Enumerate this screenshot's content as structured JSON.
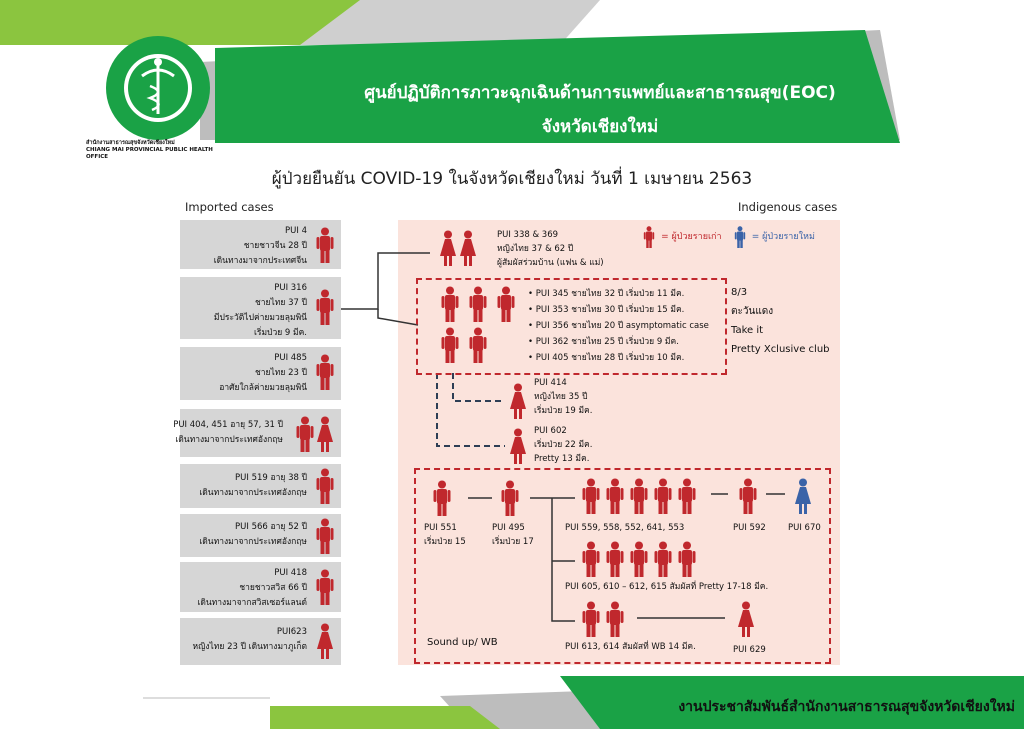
{
  "header": {
    "title_line1": "ศูนย์ปฏิบัติการภาวะฉุกเฉินด้านการแพทย์และสาธารณสุข(EOC)",
    "title_line2": "จังหวัดเชียงใหม่",
    "logo_text_line1": "สำนักงานสาธารณสุขจังหวัดเชียงใหม่",
    "logo_text_line2": "CHIANG MAI PROVINCIAL PUBLIC HEALTH OFFICE"
  },
  "page_title": "ผู้ป่วยยืนยัน COVID-19 ในจังหวัดเชียงใหม่ วันที่ 1 เมษายน 2563",
  "imported": {
    "heading": "Imported cases",
    "cases": [
      {
        "lines": [
          "PUI 4",
          "ชายชาวจีน 28 ปี",
          "เดินทางมาจากประเทศจีน"
        ],
        "people": 1
      },
      {
        "lines": [
          "PUI 316",
          "ชายไทย 37 ปี",
          "มีประวัติไปค่ายมวยลุมพินี",
          "เริ่มป่วย 9 มีค."
        ],
        "people": 1
      },
      {
        "lines": [
          "PUI 485",
          "ชายไทย 23 ปี",
          "อาศัยใกล้ค่ายมวยลุมพินี"
        ],
        "people": 1
      },
      {
        "lines": [
          "PUI 404, 451 อายุ 57, 31 ปี",
          "เดินทางมาจากประเทศอังกฤษ"
        ],
        "people": 2
      },
      {
        "lines": [
          "PUI 519 อายุ 38 ปี",
          "เดินทางมาจากประเทศอังกฤษ"
        ],
        "people": 1
      },
      {
        "lines": [
          "PUI 566 อายุ 52 ปี",
          "เดินทางมาจากประเทศอังกฤษ"
        ],
        "people": 1
      },
      {
        "lines": [
          "PUI 418",
          "ชายชาวสวิส 66 ปี",
          "เดินทางมาจากสวิสเซอร์แลนด์"
        ],
        "people": 1
      },
      {
        "lines": [
          "PUI623",
          "หญิงไทย 23 ปี เดินทางมาภูเก็ต"
        ],
        "people": 1
      }
    ]
  },
  "indigenous": {
    "heading": "Indigenous cases",
    "legend_old": "= ผู้ป่วยรายเก่า",
    "legend_new": "= ผู้ป่วยรายใหม่",
    "family": [
      "PUI 338 & 369",
      "หญิงไทย 37 & 62 ปี",
      "ผู้สัมผัสร่วมบ้าน (แฟน & แม่)"
    ],
    "boxing_cluster": [
      "PUI 345 ชายไทย 32 ปี เริ่มป่วย 11 มีค.",
      "PUI 353 ชายไทย 30 ปี เริ่มป่วย 15 มีค.",
      "PUI 356 ชายไทย 20 ปี asymptomatic case",
      "PUI 362 ชายไทย 25 ปี เริ่มป่วย 9 มีค.",
      "PUI 405 ชายไทย 28 ปี เริ่มป่วย 10 มีค."
    ],
    "venues": [
      "8/3",
      "ตะวันแดง",
      "Take it",
      "Pretty Xclusive club"
    ],
    "case_414": [
      "PUI 414",
      "หญิงไทย 35 ปี",
      "เริ่มป่วย 19 มีค."
    ],
    "case_602": [
      "PUI 602",
      "เริ่มป่วย 22 มีค.",
      "Pretty 13 มีค."
    ],
    "pui551": [
      "PUI 551",
      "เริ่มป่วย 15"
    ],
    "pui495": [
      "PUI 495",
      "เริ่มป่วย 17"
    ],
    "group1_label": "PUI   559,  558,  552,  641,  553",
    "pui592": "PUI 592",
    "pui670": "PUI 670",
    "group2_label": "PUI 605, 610 – 612, 615 สัมผัสที่ Pretty 17-18 มีค.",
    "group3_label": "PUI 613, 614 สัมผัสที่ WB 14 มีค.",
    "pui629": "PUI 629",
    "cluster_label": "Sound up/ WB"
  },
  "footer": {
    "text": "งานประชาสัมพันธ์สำนักงานสาธารณสุขจังหวัดเชียงใหม่"
  },
  "colors": {
    "green": "#1aa246",
    "light_green": "#8bc53f",
    "old_case": "#c0282d",
    "new_case": "#3a63a8",
    "indigenous_bg": "#fbe3dc",
    "imported_bg": "#d6d6d6"
  }
}
